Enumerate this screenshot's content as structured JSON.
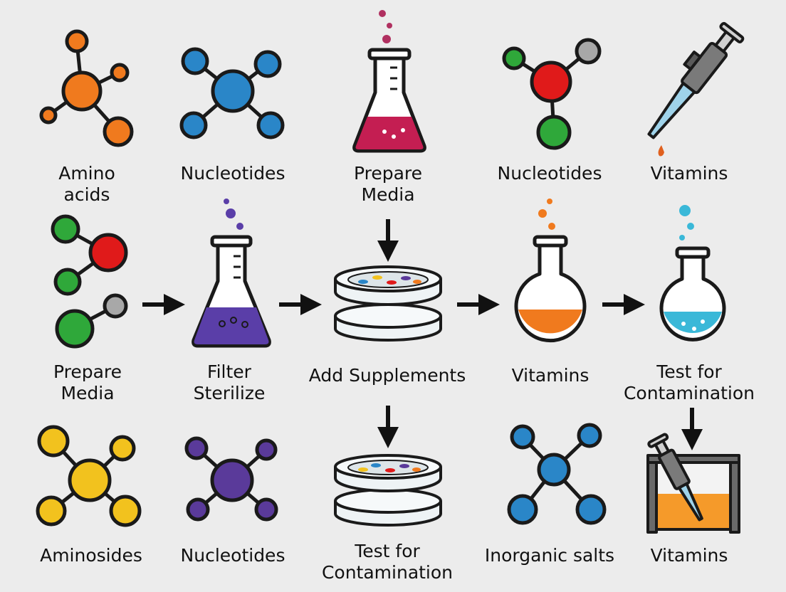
{
  "labels": {
    "amino_acids": "Amino\nacids",
    "nucleotides_top_1": "Nucleotides",
    "prepare_media_top": "Prepare\nMedia",
    "nucleotides_top_2": "Nucleotides",
    "vitamins_top": "Vitamins",
    "prepare_media_mid": "Prepare\nMedia",
    "filter_sterilize": "Filter\nSterilize",
    "add_supplements": "Add Supplements",
    "vitamins_mid": "Vitamins",
    "test_contamination_mid": "Test for\nContamination",
    "aminosides": "Aminosides",
    "nucleotides_bottom": "Nucleotides",
    "test_contamination_bottom": "Test for\nContamination",
    "inorganic_salts": "Inorganic salts",
    "vitamins_bottom": "Vitamins"
  },
  "colors": {
    "background": "#ececec",
    "outline": "#1a1a1a",
    "orange": "#f07a1e",
    "blue": "#2a86c8",
    "red": "#e01a1a",
    "green": "#2fa83a",
    "grey": "#a8a8a8",
    "yellow": "#f2c21e",
    "purple": "#5a3a9a",
    "magenta": "#c41e52",
    "violet": "#5a3ea8",
    "cyan": "#3ab8d8"
  }
}
